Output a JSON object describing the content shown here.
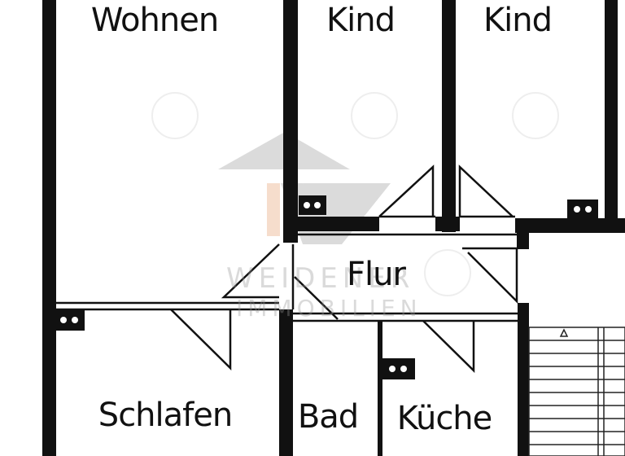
{
  "rooms": {
    "wohnen": "Wohnen",
    "kind1": "Kind",
    "kind2": "Kind",
    "flur": "Flur",
    "schlafen": "Schlafen",
    "bad": "Bad",
    "kueche": "Küche"
  },
  "watermark": {
    "line1": "WEIDENER",
    "line2": "IMMOBILIEN",
    "accent_color": "#e8a070"
  },
  "icons": [
    "chimney-icon",
    "stair-arrow-icon"
  ],
  "colors": {
    "wall": "#111111",
    "background": "#ffffff"
  }
}
